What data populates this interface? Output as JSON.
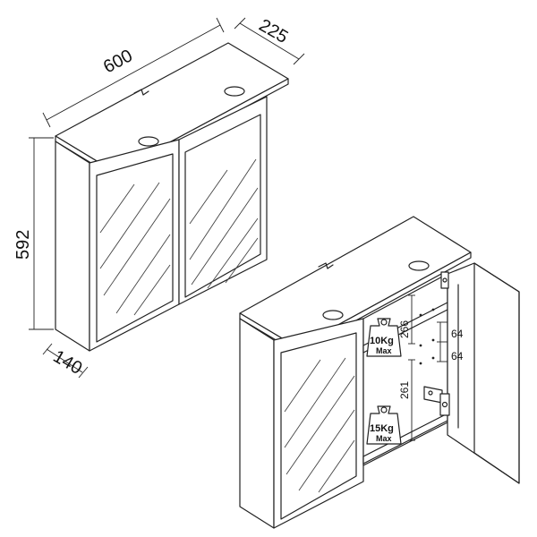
{
  "dimensions": {
    "width": "600",
    "depth": "225",
    "height": "592",
    "side_depth": "140",
    "upper_shelf_gap": "266",
    "lower_shelf_gap": "261",
    "hinge_offset_top": "64",
    "hinge_offset_bottom": "64"
  },
  "load_labels": {
    "upper_weight": "10Kg",
    "upper_max": "Max",
    "lower_weight": "15Kg",
    "lower_max": "Max"
  }
}
